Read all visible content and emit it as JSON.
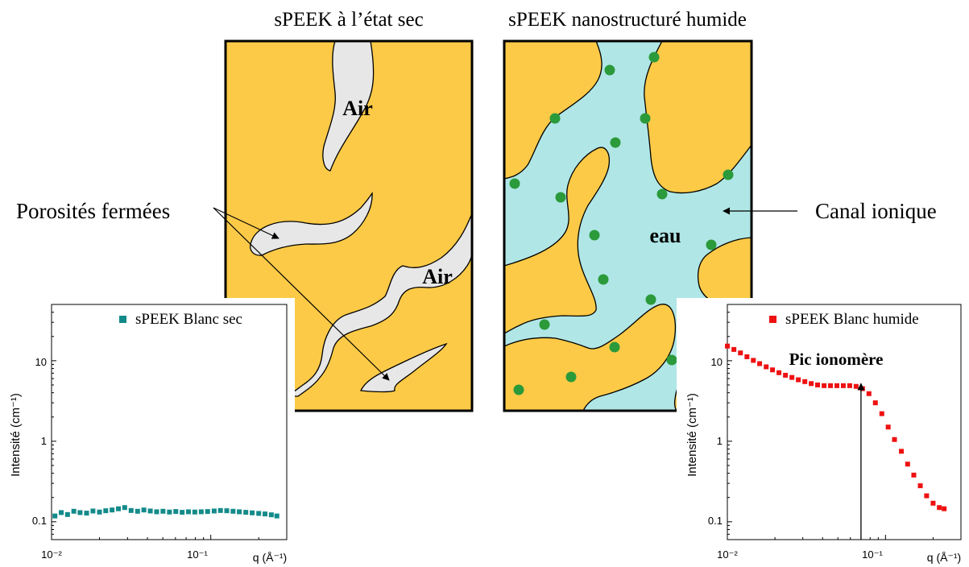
{
  "titles": {
    "dry": "sPEEK à l’état sec",
    "wet": "sPEEK nanostructuré humide"
  },
  "labels": {
    "air": "Air",
    "water": "eau",
    "closed_pores": "Porosités fermées",
    "ionic_channel": "Canal ionique",
    "ionomer_peak": "Pic ionomère"
  },
  "colors": {
    "polymer": "#fcca47",
    "air": "#e7e7e7",
    "water": "#b0e6e6",
    "ions": "#2a9a3a",
    "dry_series": "#138a8a",
    "wet_series": "#ee1111"
  },
  "chart_data": [
    {
      "type": "scatter",
      "log_x": true,
      "log_y": true,
      "xlabel": "q (Å⁻¹)",
      "ylabel": "Intensité (cm⁻¹)",
      "x_ticks": [
        "10⁻²",
        "10⁻¹"
      ],
      "y_ticks": [
        "0.1",
        "1",
        "10"
      ],
      "xlim": [
        0.01,
        0.3
      ],
      "ylim": [
        0.06,
        50
      ],
      "legend_position": "top-right",
      "series": [
        {
          "name": "sPEEK Blanc sec",
          "x": [
            0.0105,
            0.0115,
            0.0126,
            0.0138,
            0.0151,
            0.0166,
            0.0182,
            0.02,
            0.0219,
            0.024,
            0.0263,
            0.0288,
            0.0316,
            0.0347,
            0.038,
            0.0417,
            0.0457,
            0.0501,
            0.055,
            0.0603,
            0.0661,
            0.0724,
            0.0794,
            0.0871,
            0.0955,
            0.105,
            0.115,
            0.126,
            0.138,
            0.151,
            0.166,
            0.182,
            0.2,
            0.219,
            0.24,
            0.26
          ],
          "y": [
            0.118,
            0.13,
            0.123,
            0.135,
            0.13,
            0.128,
            0.136,
            0.132,
            0.137,
            0.14,
            0.145,
            0.15,
            0.138,
            0.135,
            0.14,
            0.136,
            0.133,
            0.135,
            0.132,
            0.134,
            0.131,
            0.133,
            0.132,
            0.133,
            0.134,
            0.136,
            0.138,
            0.137,
            0.135,
            0.133,
            0.131,
            0.129,
            0.127,
            0.125,
            0.122,
            0.118
          ]
        }
      ]
    },
    {
      "type": "scatter",
      "log_x": true,
      "log_y": true,
      "xlabel": "q (Å⁻¹)",
      "ylabel": "Intensité (cm⁻¹)",
      "x_ticks": [
        "10⁻²",
        "10⁻¹"
      ],
      "y_ticks": [
        "0.1",
        "1",
        "10"
      ],
      "xlim": [
        0.01,
        0.3
      ],
      "ylim": [
        0.06,
        50
      ],
      "legend_position": "top-right",
      "annotation": "Pic ionomère",
      "annotation_x": 0.07,
      "series": [
        {
          "name": "sPEEK Blanc humide",
          "x": [
            0.01,
            0.011,
            0.0121,
            0.0133,
            0.0146,
            0.016,
            0.0176,
            0.0193,
            0.0212,
            0.0233,
            0.0256,
            0.0281,
            0.0309,
            0.0339,
            0.0372,
            0.0409,
            0.0449,
            0.0493,
            0.0541,
            0.0594,
            0.0652,
            0.0716,
            0.0786,
            0.0863,
            0.0948,
            0.104,
            0.114,
            0.126,
            0.138,
            0.151,
            0.166,
            0.182,
            0.2,
            0.219,
            0.235
          ],
          "y": [
            15.2,
            13.8,
            12.5,
            11.2,
            10.1,
            9.2,
            8.4,
            7.7,
            7.1,
            6.6,
            6.2,
            5.8,
            5.5,
            5.2,
            5.0,
            4.9,
            4.9,
            4.9,
            4.9,
            4.9,
            4.8,
            4.5,
            3.9,
            3.0,
            2.2,
            1.5,
            1.05,
            0.75,
            0.52,
            0.38,
            0.28,
            0.21,
            0.17,
            0.15,
            0.145
          ]
        }
      ]
    }
  ]
}
